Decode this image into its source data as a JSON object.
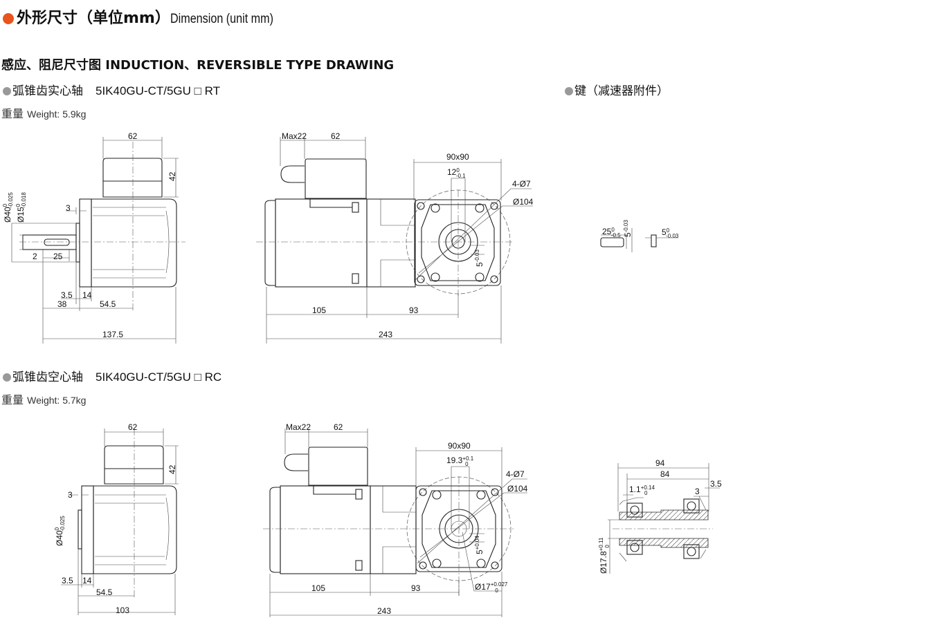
{
  "header": {
    "title_cn": "外形尺寸（单位mm）",
    "title_en": "Dimension (unit mm)",
    "accent_color": "#e8541c"
  },
  "section_title": "感应、阻尼尺寸图 INDUCTION、REVERSIBLE TYPE DRAWING",
  "solid": {
    "label_cn": "弧锥齿实心轴",
    "model": "5IK40GU-CT/5GU □ RT",
    "weight_cn": "重量",
    "weight_en": "Weight: 5.9kg",
    "side_dims": {
      "box_width": "62",
      "box_height": "42",
      "d40": "Ø40",
      "d40_tol_up": "0",
      "d40_tol_low": "-0.025",
      "d15": "Ø15",
      "d15_tol_up": "0",
      "d15_tol_low": "-0.018",
      "d3": "3",
      "d2": "2",
      "d25": "25",
      "d3_5": "3.5",
      "d14": "14",
      "d38": "38",
      "d54_5": "54.5",
      "total": "137.5"
    },
    "front_dims": {
      "max22": "Max22",
      "box_width": "62",
      "flange": "90x90",
      "d12": "12",
      "d12_tol_up": "0",
      "d12_tol_low": "-0.1",
      "holes": "4-Ø7",
      "pcd": "Ø104",
      "d5": "5",
      "d5_tol": "-0.03",
      "d105": "105",
      "d93": "93",
      "total": "243"
    }
  },
  "key": {
    "label": "键（减速器附件）",
    "len": "25",
    "len_tol_up": "0",
    "len_tol_low": "-0.5",
    "h": "5",
    "h_tol": "-0.03",
    "w": "5",
    "w_tol_up": "0",
    "w_tol_low": "-0.03"
  },
  "hollow": {
    "label_cn": "弧锥齿空心轴",
    "model": "5IK40GU-CT/5GU □ RC",
    "weight_cn": "重量",
    "weight_en": "Weight: 5.7kg",
    "side_dims": {
      "box_width": "62",
      "box_height": "42",
      "d3": "3",
      "d40": "Ø40",
      "d40_tol_up": "0",
      "d40_tol_low": "-0.025",
      "d3_5": "3.5",
      "d14": "14",
      "d54_5": "54.5",
      "total": "103"
    },
    "front_dims": {
      "max22": "Max22",
      "box_width": "62",
      "flange": "90x90",
      "d19_3": "19.3",
      "d19_3_tol_up": "+0.1",
      "d19_3_tol_low": "0",
      "holes": "4-Ø7",
      "pcd": "Ø104",
      "d5": "5",
      "d5_tol": "+0.04",
      "d17": "Ø17",
      "d17_tol_up": "+0.027",
      "d17_tol_low": "0",
      "d105": "105",
      "d93": "93",
      "total": "243"
    },
    "section_dims": {
      "d94": "94",
      "d84": "84",
      "d1_1": "1.1",
      "d1_1_tol_up": "+0.14",
      "d1_1_tol_low": "0",
      "d3": "3",
      "d3_5": "3.5",
      "d17_8": "Ø17.8",
      "d17_8_tol_up": "+0.11",
      "d17_8_tol_low": "0"
    }
  }
}
